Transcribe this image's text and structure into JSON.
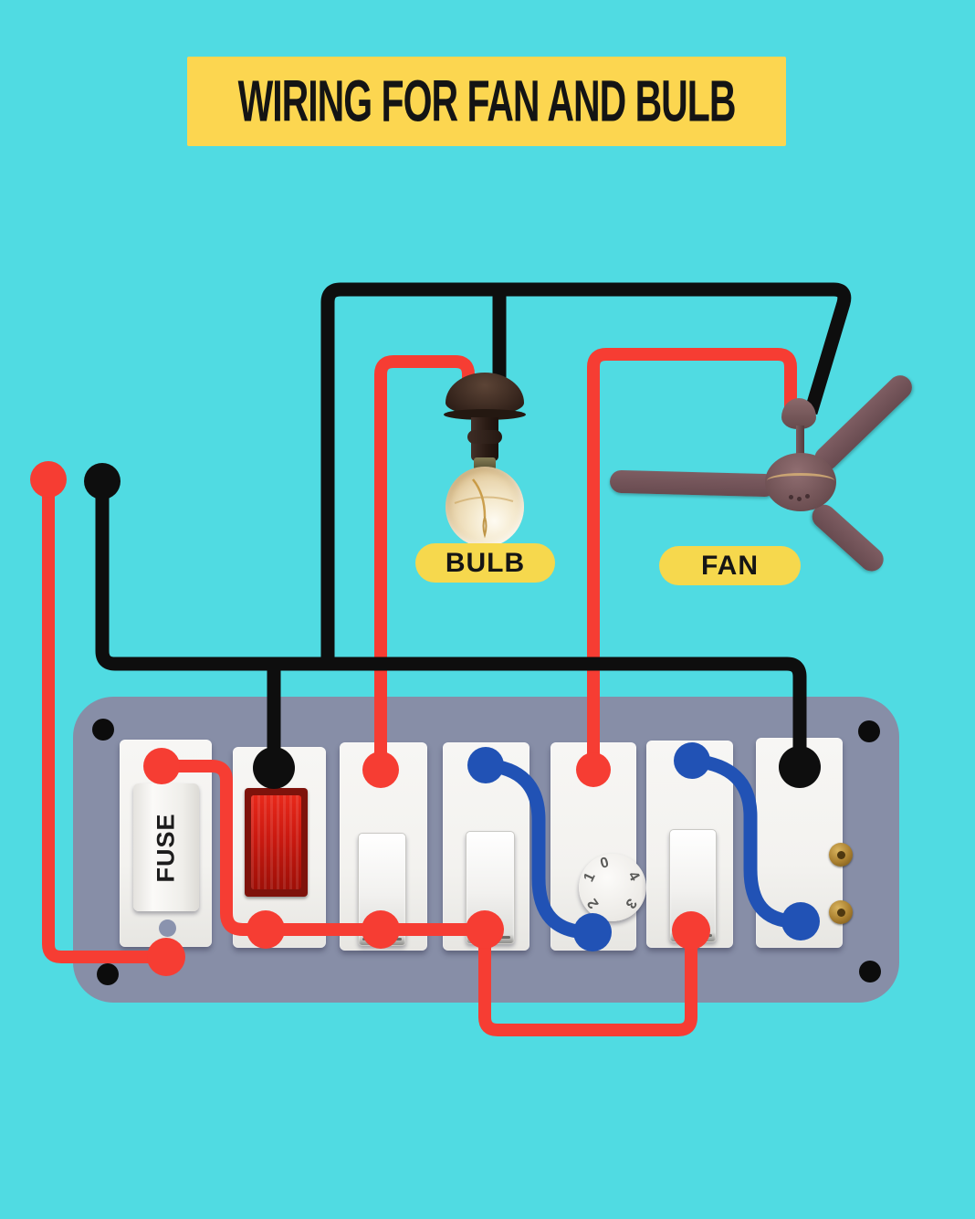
{
  "title": "WIRING FOR FAN AND BULB",
  "labels": {
    "bulb": "BULB",
    "fan": "FAN"
  },
  "board": {
    "fuse_label": "FUSE",
    "regulator_numbers": [
      "0",
      "1",
      "2",
      "3",
      "4"
    ],
    "modules": [
      "fuse",
      "indicator-lamp",
      "bulb-switch",
      "fan-switch",
      "fan-regulator",
      "socket-switch",
      "two-pin-socket"
    ]
  },
  "colors": {
    "background": "#50dbe2",
    "banner_yellow": "#fcd650",
    "label_yellow": "#f6d84d",
    "wire_red": "#f63d33",
    "wire_black": "#0e0e0e",
    "wire_blue": "#2152b5",
    "board_gray": "#878ea7",
    "plate_white": "#f3f2ef",
    "indicator_red": "#cb1910",
    "brass": "#a87e2e"
  }
}
